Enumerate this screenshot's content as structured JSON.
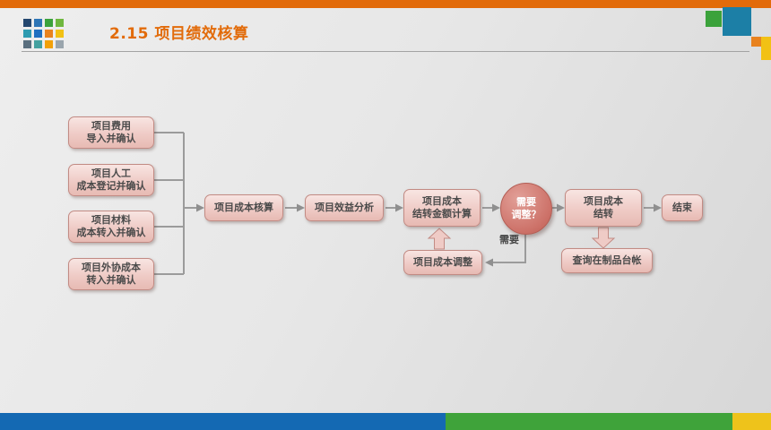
{
  "header": {
    "title": "2.15 项目绩效核算"
  },
  "flow": {
    "inputs": [
      "项目费用\n导入并确认",
      "项目人工\n成本登记并确认",
      "项目材料\n成本转入并确认",
      "项目外协成本\n转入并确认"
    ],
    "cost_accounting": "项目成本核算",
    "benefit_analysis": "项目效益分析",
    "carryforward_calc": "项目成本\n结转金额计算",
    "decision": "需要\n调整？",
    "decision_yes_label": "需要",
    "carryforward": "项目成本\n结转",
    "end": "结束",
    "adjust": "项目成本调整",
    "query_wip": "查询在制品台帐"
  },
  "colors": {
    "accent_orange": "#e26b0a",
    "box_fill": "#efcbc6",
    "box_border": "#c28b84",
    "decision_fill": "#cd7269",
    "connector_gray": "#9b9b9b",
    "bottom_blue": "#1469b3",
    "bottom_green": "#3fa33a",
    "bottom_yellow": "#eec31b"
  }
}
